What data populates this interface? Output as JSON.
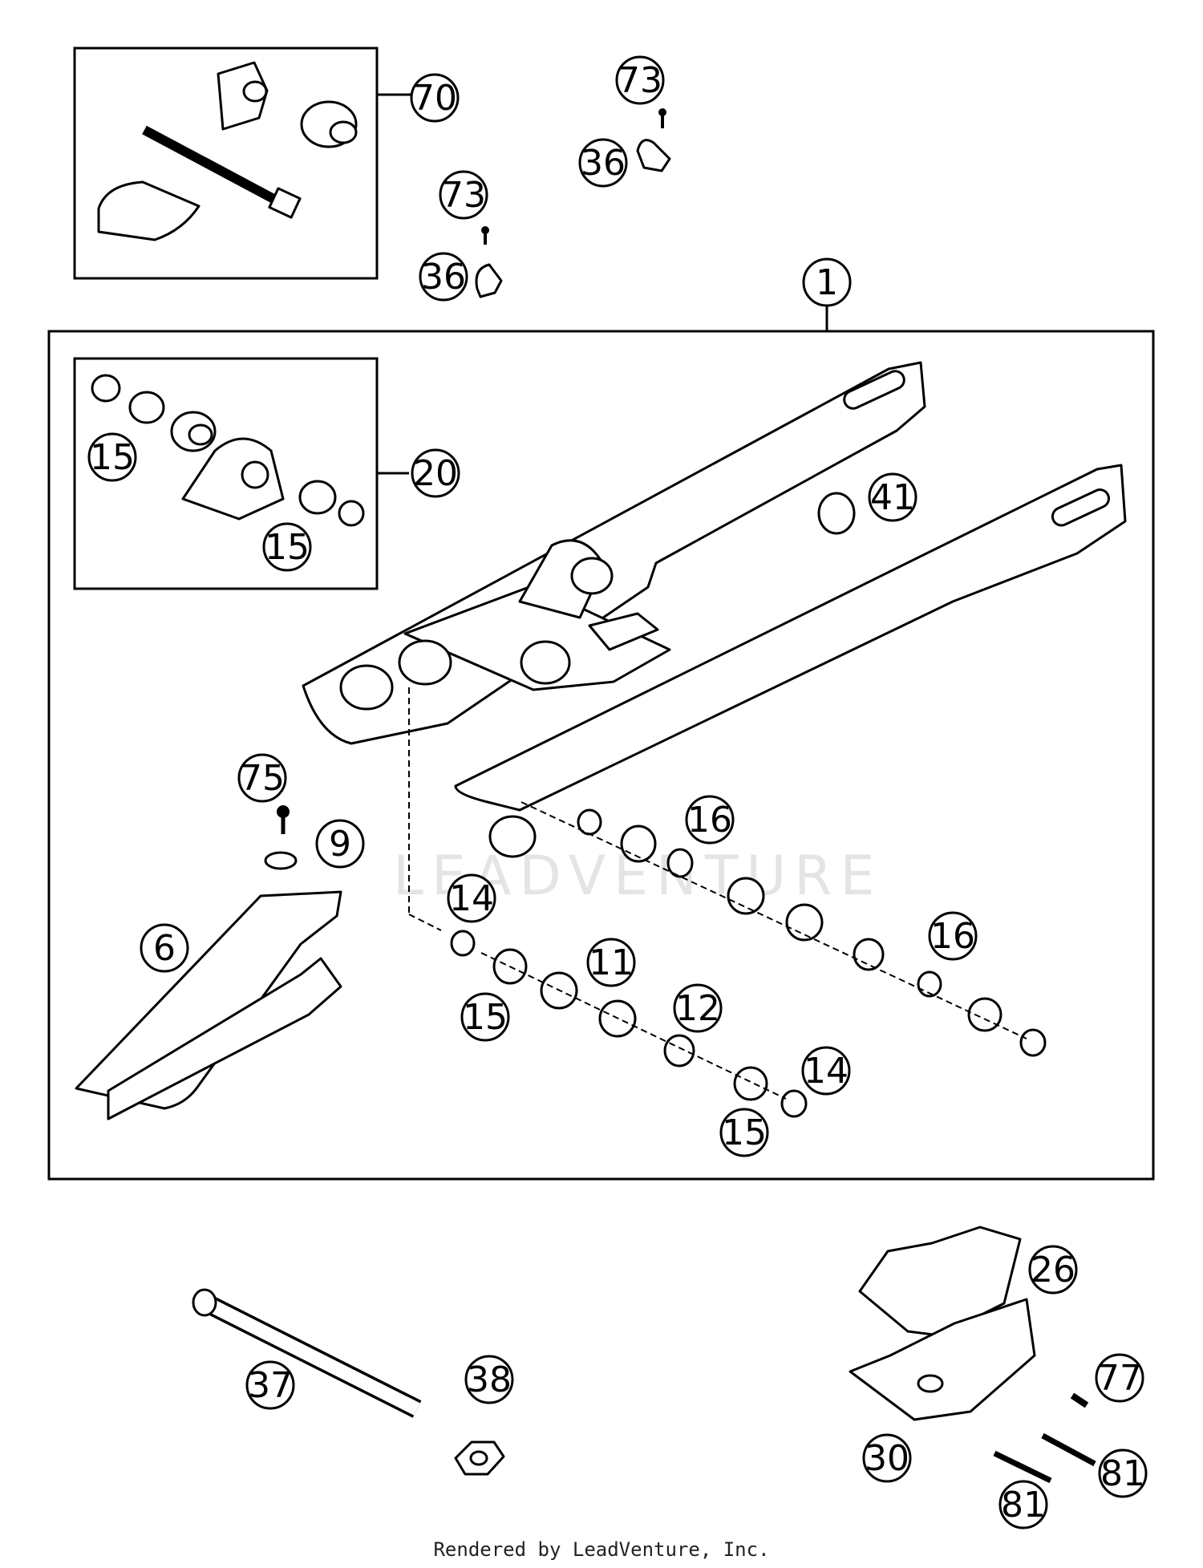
{
  "diagram": {
    "callouts": [
      {
        "label": "70"
      },
      {
        "label": "73"
      },
      {
        "label": "36"
      },
      {
        "label": "73"
      },
      {
        "label": "36"
      },
      {
        "label": "1"
      },
      {
        "label": "15"
      },
      {
        "label": "20"
      },
      {
        "label": "15"
      },
      {
        "label": "41"
      },
      {
        "label": "75"
      },
      {
        "label": "9"
      },
      {
        "label": "16"
      },
      {
        "label": "14"
      },
      {
        "label": "6"
      },
      {
        "label": "11"
      },
      {
        "label": "16"
      },
      {
        "label": "15"
      },
      {
        "label": "12"
      },
      {
        "label": "14"
      },
      {
        "label": "15"
      },
      {
        "label": "26"
      },
      {
        "label": "37"
      },
      {
        "label": "38"
      },
      {
        "label": "77"
      },
      {
        "label": "30"
      },
      {
        "label": "81"
      },
      {
        "label": "81"
      }
    ],
    "watermark": "LEADVENTURE"
  },
  "footer": "Rendered by LeadVenture, Inc."
}
